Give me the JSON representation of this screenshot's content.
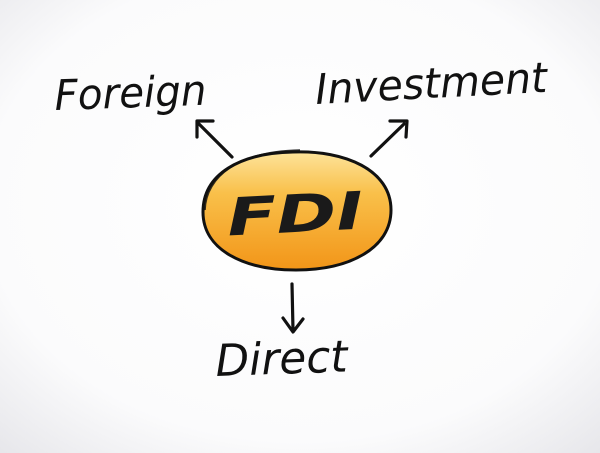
{
  "diagram": {
    "center": {
      "label": "FDI",
      "fill_top": "#fbd06b",
      "fill_bottom": "#f29a1c",
      "outline": "#111111"
    },
    "terms": {
      "foreign": "Foreign",
      "investment": "Investment",
      "direct": "Direct"
    },
    "colors": {
      "background_center": "#ffffff",
      "background_edge": "#e9e9ec",
      "ink": "#111111"
    }
  }
}
